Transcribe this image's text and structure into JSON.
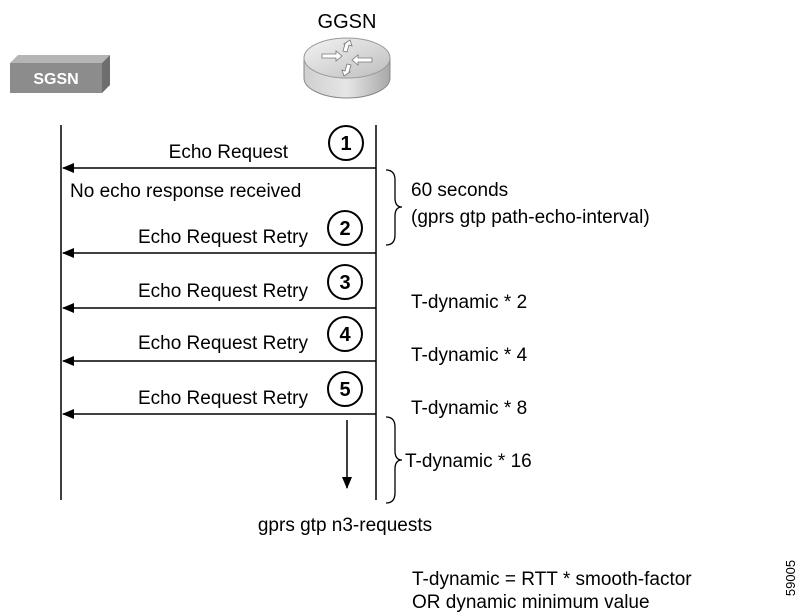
{
  "nodes": {
    "ggsn_label": "GGSN",
    "sgsn_label": "SGSN"
  },
  "messages": [
    {
      "step": "1",
      "label": "Echo Request"
    },
    {
      "step": "2",
      "label": "Echo Request Retry"
    },
    {
      "step": "3",
      "label": "Echo Request Retry"
    },
    {
      "step": "4",
      "label": "Echo Request Retry"
    },
    {
      "step": "5",
      "label": "Echo Request Retry"
    }
  ],
  "no_response": "No echo response received",
  "timers": {
    "interval_line1": "60 seconds",
    "interval_line2": "(gprs gtp path-echo-interval)",
    "t2": "T-dynamic * 2",
    "t4": "T-dynamic * 4",
    "t8": "T-dynamic * 8",
    "t16": "T-dynamic * 16"
  },
  "n3_label": "gprs gtp n3-requests",
  "footnote": {
    "line1": "T-dynamic = RTT * smooth-factor",
    "line2": "OR dynamic minimum value"
  },
  "figure_id": "59005",
  "colors": {
    "sgsn_box": "#8c8c8c",
    "router": "#c8c8c8"
  }
}
